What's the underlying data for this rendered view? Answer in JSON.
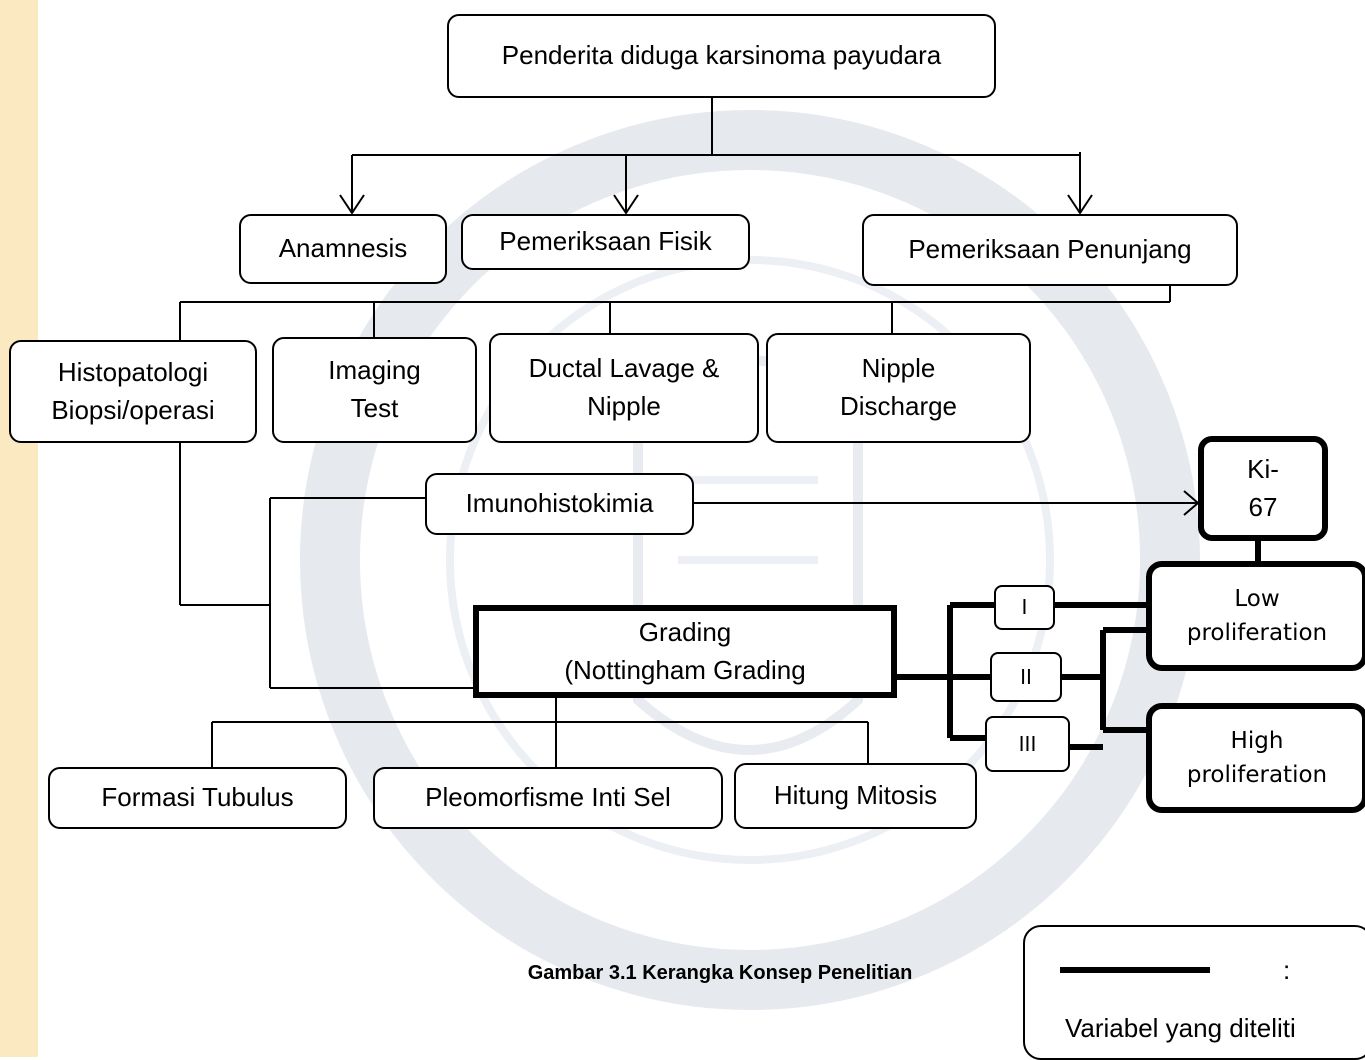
{
  "colors": {
    "left_strip": "#fbe9c2",
    "watermark": "#e6e9ee",
    "line": "#000000"
  },
  "boxes": {
    "penderita": "Penderita diduga karsinoma payudara",
    "anamnesis": "Anamnesis",
    "fisik": "Pemeriksaan Fisik",
    "penunjang": "Pemeriksaan Penunjang",
    "histopatologi": "Histopatologi\nBiopsi/operasi",
    "imaging": "Imaging\nTest",
    "ductal": "Ductal Lavage &\nNipple",
    "nipple": "Nipple\nDischarge",
    "imuno": "Imunohistokimia",
    "ki67": "Ki-\n67",
    "grading": "Grading\n(Nottingham Grading",
    "grade1": "I",
    "grade2": "II",
    "grade3": "III",
    "low": "Low\nproliferation",
    "high": "High\nproliferation",
    "tubulus": "Formasi Tubulus",
    "pleomorfisme": "Pleomorfisme Inti Sel",
    "mitosis": "Hitung Mitosis"
  },
  "caption": "Gambar 3.1 Kerangka Konsep Penelitian",
  "legend": {
    "symbol": ":",
    "label": "Variabel yang diteliti"
  }
}
